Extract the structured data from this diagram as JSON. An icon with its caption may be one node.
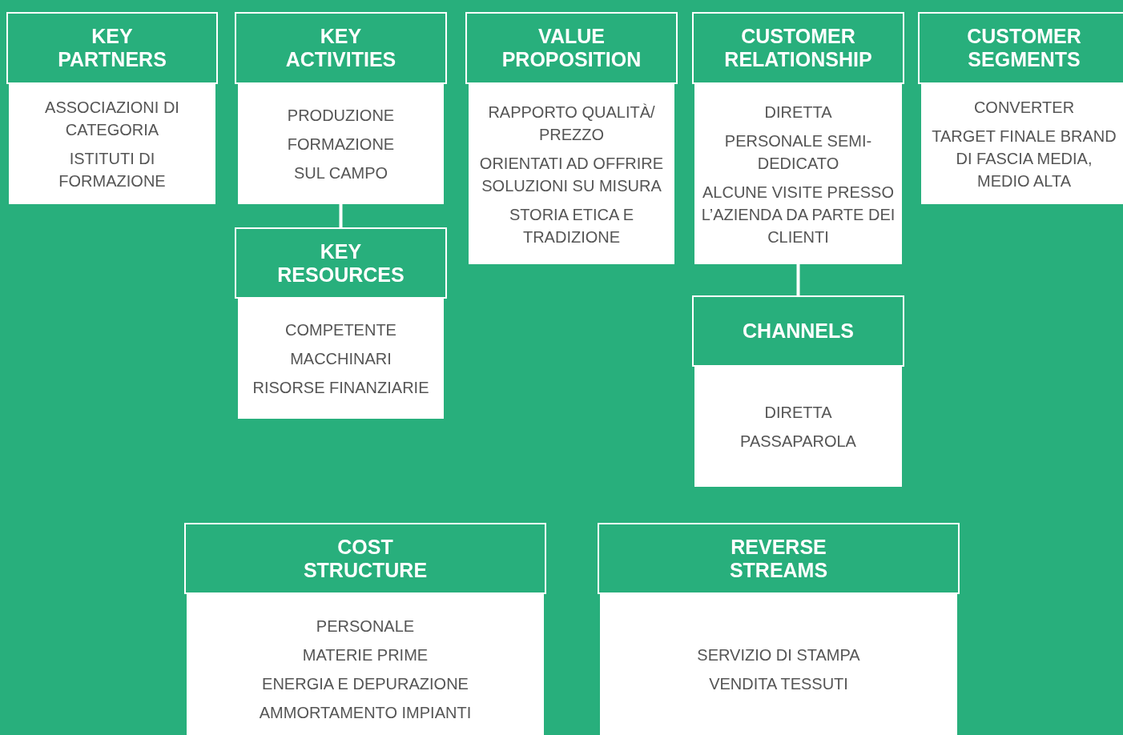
{
  "diagram": {
    "nodes": [
      {
        "text": [
          "KEY PARTNERS",
          "ASSOCIAZIONI DI CATEGORIA",
          "ISTITUTI DI FORMAZIONE"
        ]
      },
      {
        "text": [
          "KEY ACTIVITIES",
          "PRODUZIONE",
          "FORMAZIONE",
          "SUL CAMPO"
        ]
      },
      {
        "text": [
          "VALUE PROPOSITION",
          "RAPPORTO QUALITÀ/ PREZZO",
          "ORIENTATI AD OFFRIRE SOLUZIONI SU MISURA",
          "STORIA ETICA E TRADIZIONE"
        ]
      },
      {
        "text": [
          "CUSTOMER RELATIONSHIP",
          "DIRETTA",
          "PERSONALE SEMI-DEDICATO",
          "ALCUNE VISITE PRESSO L’AZIENDA DA PARTE DEI CLIENTI"
        ]
      },
      {
        "text": [
          "CUSTOMER SEGMENTS",
          "CONVERTER",
          "TARGET FINALE BRAND DI FASCIA MEDIA, MEDIO ALTA"
        ]
      },
      {
        "text": [
          "KEY RESOURCES",
          "COMPETENTE",
          "MACCHINARI",
          "RISORSE FINANZIARIE"
        ]
      },
      {
        "text": [
          "CHANNELS",
          "DIRETTA",
          "PASSAPAROLA"
        ]
      },
      {
        "text": [
          "COST STRUCTURE",
          "PERSONALE",
          "MATERIE PRIME",
          "ENERGIA E DEPURAZIONE",
          "AMMORTAMENTO IMPIANTI"
        ]
      },
      {
        "text": [
          "REVERSE STREAMS",
          "SERVIZIO DI STAMPA",
          "VENDITA TESSUTI"
        ]
      }
    ],
    "edges": [
      {
        "from": 1,
        "to": 5,
        "arrow": "none"
      },
      {
        "from": 3,
        "to": 6,
        "arrow": "none"
      }
    ]
  }
}
